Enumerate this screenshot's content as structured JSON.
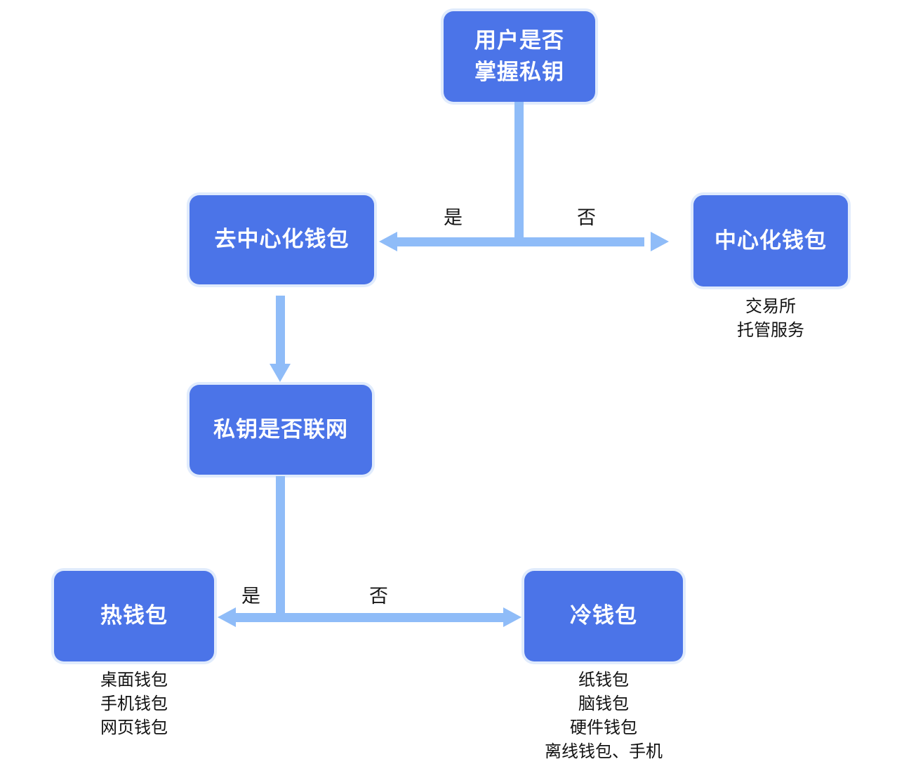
{
  "diagram": {
    "type": "flowchart",
    "colors": {
      "node_fill": "#4B74E8",
      "node_halo": "#E0EBFC",
      "node_text": "#FFFFFF",
      "arrow": "#8FBCF8",
      "label_text": "#161616",
      "background": "#FFFFFF"
    },
    "nodes": {
      "root": {
        "label": "用户是否\n掌握私钥"
      },
      "decentralized": {
        "label": "去中心化钱包"
      },
      "centralized": {
        "label": "中心化钱包",
        "annotations": [
          "交易所",
          "托管服务"
        ]
      },
      "key_online": {
        "label": "私钥是否联网"
      },
      "hot": {
        "label": "热钱包",
        "annotations": [
          "桌面钱包",
          "手机钱包",
          "网页钱包"
        ]
      },
      "cold": {
        "label": "冷钱包",
        "annotations": [
          "纸钱包",
          "脑钱包",
          "硬件钱包",
          "离线钱包、手机"
        ]
      }
    },
    "edge_labels": {
      "root_yes": "是",
      "root_no": "否",
      "online_yes": "是",
      "online_no": "否"
    }
  }
}
